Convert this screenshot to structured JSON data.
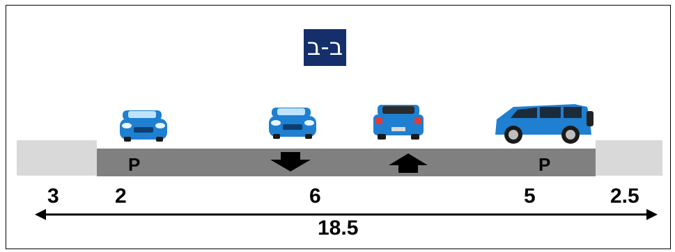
{
  "title": "ב-ב",
  "lanes": {
    "left_parking_label": "P",
    "right_parking_label": "P"
  },
  "dimensions": {
    "left_sidewalk": "3",
    "left_parking": "2",
    "travel_lanes": "6",
    "right_parking": "5",
    "right_sidewalk": "2.5",
    "total_width": "18.5"
  },
  "colors": {
    "title_bg": "#142f6a",
    "road": "#808080",
    "sidewalk": "#d9d9d9",
    "car": "#1f7fd0"
  },
  "icons": [
    "car-front-icon",
    "car-front-icon",
    "car-rear-icon",
    "suv-side-icon",
    "arrow-down-icon",
    "arrow-up-icon"
  ]
}
